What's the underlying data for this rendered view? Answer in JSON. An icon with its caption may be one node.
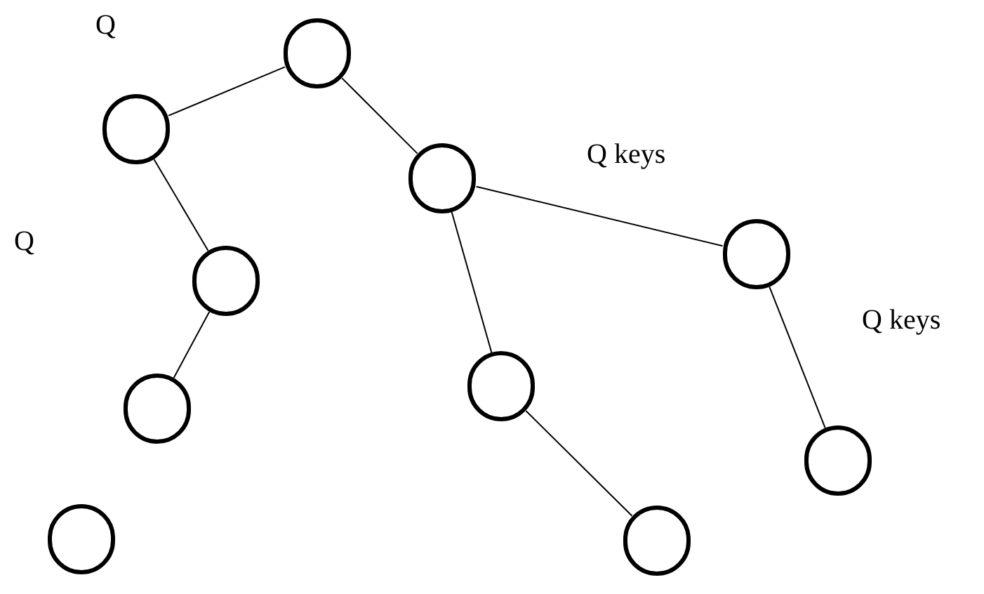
{
  "diagram": {
    "nodes": [
      {
        "text": [],
        "shape": "circle"
      },
      {
        "text": [],
        "shape": "circle"
      },
      {
        "text": [],
        "shape": "circle"
      },
      {
        "text": [],
        "shape": "circle"
      },
      {
        "text": [],
        "shape": "circle"
      },
      {
        "text": [],
        "shape": "circle"
      },
      {
        "text": [],
        "shape": "circle"
      },
      {
        "text": [],
        "shape": "circle"
      },
      {
        "text": [],
        "shape": "circle"
      },
      {
        "text": [],
        "shape": "circle"
      }
    ],
    "edges": [
      {
        "from": 0,
        "to": 1,
        "arrow": "none"
      },
      {
        "from": 0,
        "to": 2,
        "arrow": "none"
      },
      {
        "from": 1,
        "to": 3,
        "arrow": "none"
      },
      {
        "from": 3,
        "to": 5,
        "arrow": "none"
      },
      {
        "from": 2,
        "to": 4,
        "arrow": "none"
      },
      {
        "from": 2,
        "to": 6,
        "arrow": "none"
      },
      {
        "from": 6,
        "to": 9,
        "arrow": "none"
      },
      {
        "from": 4,
        "to": 7,
        "arrow": "none"
      }
    ],
    "labels": [
      "Q",
      "Q keys",
      "Q",
      "Q keys"
    ]
  }
}
